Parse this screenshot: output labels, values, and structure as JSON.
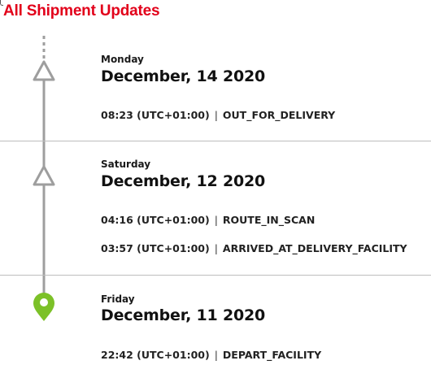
{
  "header": {
    "title": "All Shipment Updates"
  },
  "colors": {
    "title": "#e2001a",
    "line": "#9e9e9e",
    "origin_pin": "#7cc128"
  },
  "icons": [
    "up-triangle-icon",
    "up-triangle-icon",
    "location-pin-icon"
  ],
  "groups": [
    {
      "day": "Monday",
      "date": "December, 14 2020",
      "events": [
        {
          "time": "08:23 (UTC+01:00)",
          "status": "OUT_FOR_DELIVERY"
        }
      ]
    },
    {
      "day": "Saturday",
      "date": "December, 12 2020",
      "events": [
        {
          "time": "04:16 (UTC+01:00)",
          "status": "ROUTE_IN_SCAN"
        },
        {
          "time": "03:57 (UTC+01:00)",
          "status": "ARRIVED_AT_DELIVERY_FACILITY"
        }
      ]
    },
    {
      "day": "Friday",
      "date": "December, 11 2020",
      "events": [
        {
          "time": "22:42 (UTC+01:00)",
          "status": "DEPART_FACILITY"
        }
      ]
    }
  ]
}
